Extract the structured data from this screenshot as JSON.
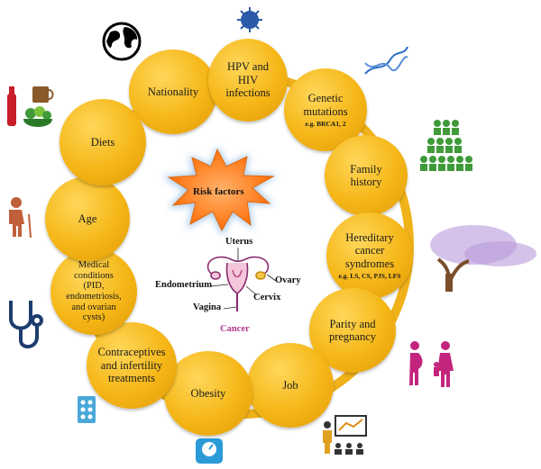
{
  "center": {
    "title": "Risk factors",
    "organ_labels": {
      "uterus": "Uterus",
      "ovary": "Ovary",
      "endometrium": "Endometrium",
      "cervix": "Cervix",
      "vagina": "Vagina"
    },
    "caption": "Cancer"
  },
  "factors": [
    {
      "label": "Nationality",
      "sub": ""
    },
    {
      "label": "HPV and\nHIV\ninfections",
      "sub": ""
    },
    {
      "label": "Genetic\nmutations",
      "sub": "e.g. BRCA1, 2"
    },
    {
      "label": "Family\nhistory",
      "sub": ""
    },
    {
      "label": "Hereditary\ncancer\nsyndromes",
      "sub": "e.g. LS, CS, PJS, LFS"
    },
    {
      "label": "Parity and\npregnancy",
      "sub": ""
    },
    {
      "label": "Job",
      "sub": ""
    },
    {
      "label": "Obesity",
      "sub": ""
    },
    {
      "label": "Contraceptives\nand infertility\ntreatments",
      "sub": ""
    },
    {
      "label": "Medical\nconditions\n(PID,\nendometriosis,\nand ovarian\ncysts)",
      "sub": ""
    },
    {
      "label": "Age",
      "sub": ""
    },
    {
      "label": "Diets",
      "sub": ""
    }
  ],
  "icons": [
    "globe-icon",
    "virus-icon",
    "dna-icon",
    "family-tree-icon",
    "tree-icon",
    "pregnancy-icon",
    "teacher-icon",
    "scale-icon",
    "pill-pack-icon",
    "stethoscope-icon",
    "elderly-icon",
    "food-icon"
  ],
  "colors": {
    "node": "#f5b616",
    "star": "#ff7a1a",
    "star_glow": "#7fb0e0",
    "caption": "#b23a8a",
    "icon_purple": "#4b2a7a",
    "icon_green": "#3f9a3a"
  }
}
